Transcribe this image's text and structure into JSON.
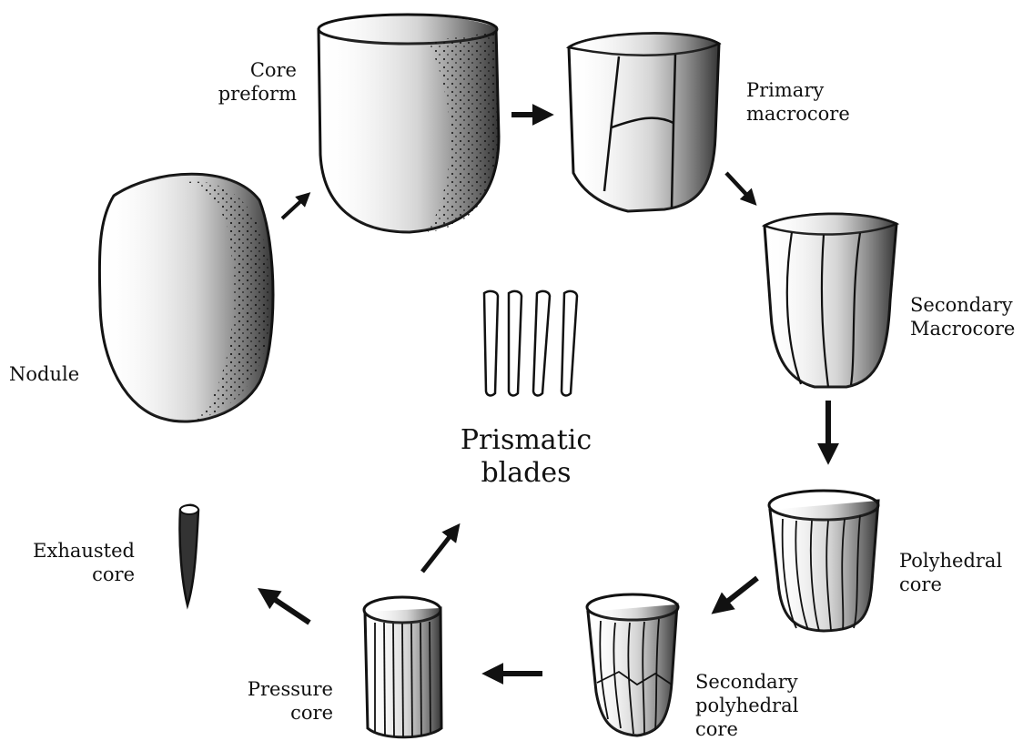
{
  "stages": {
    "nodule": {
      "lines": [
        "Nodule"
      ]
    },
    "core_preform": {
      "lines": [
        "Core",
        "preform"
      ]
    },
    "primary_macrocore": {
      "lines": [
        "Primary",
        "macrocore"
      ]
    },
    "secondary_macrocore": {
      "lines": [
        "Secondary",
        "Macrocore"
      ]
    },
    "polyhedral_core": {
      "lines": [
        "Polyhedral",
        "core"
      ]
    },
    "secondary_polyhedral_core": {
      "lines": [
        "Secondary",
        "polyhedral",
        "core"
      ]
    },
    "pressure_core": {
      "lines": [
        "Pressure",
        "core"
      ]
    },
    "exhausted_core": {
      "lines": [
        "Exhausted",
        "core"
      ]
    },
    "prismatic_blades": {
      "lines": [
        "Prismatic",
        "blades"
      ]
    }
  },
  "style": {
    "ink": "#111111",
    "background": "#ffffff"
  }
}
